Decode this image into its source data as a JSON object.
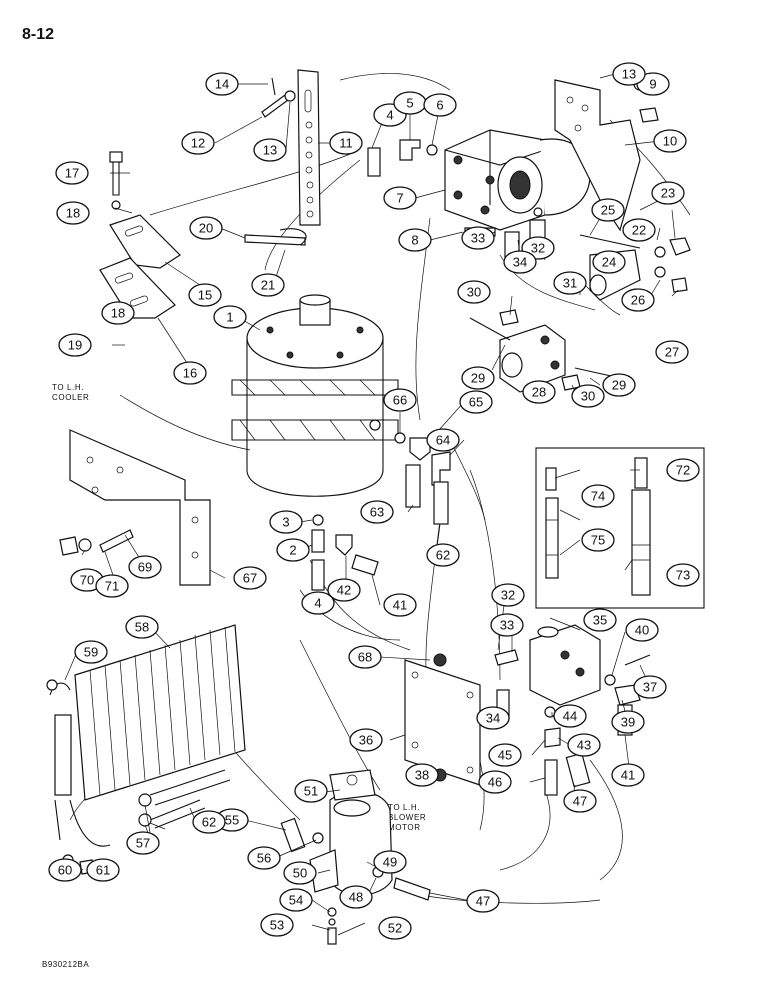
{
  "page_number": "8-12",
  "figure_id": "B930212BA",
  "notes": {
    "cooler": [
      "TO L.H.",
      "COOLER"
    ],
    "blower": [
      "TO L.H.",
      "BLOWER",
      "MOTOR"
    ]
  },
  "callouts": [
    "1",
    "2",
    "3",
    "4",
    "4",
    "5",
    "6",
    "7",
    "8",
    "9",
    "10",
    "11",
    "12",
    "13",
    "13",
    "14",
    "15",
    "16",
    "17",
    "18",
    "18",
    "19",
    "20",
    "21",
    "22",
    "23",
    "24",
    "25",
    "26",
    "27",
    "28",
    "29",
    "29",
    "30",
    "30",
    "31",
    "32",
    "32",
    "33",
    "33",
    "34",
    "34",
    "35",
    "36",
    "37",
    "38",
    "39",
    "40",
    "41",
    "41",
    "42",
    "43",
    "44",
    "45",
    "46",
    "47",
    "47",
    "48",
    "49",
    "50",
    "51",
    "52",
    "53",
    "54",
    "55",
    "56",
    "57",
    "58",
    "59",
    "60",
    "61",
    "62",
    "62",
    "63",
    "64",
    "65",
    "66",
    "67",
    "68",
    "69",
    "70",
    "71",
    "72",
    "73",
    "74",
    "75"
  ]
}
